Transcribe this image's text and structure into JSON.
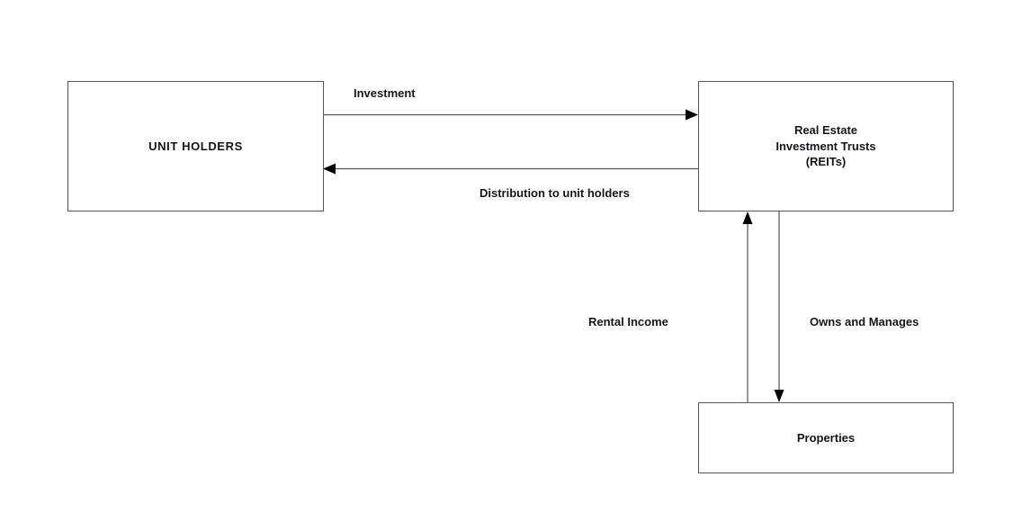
{
  "diagram": {
    "title": "REIT structure flow diagram",
    "background_color": "#ffffff",
    "border_color": "#555555",
    "text_color": "#16161a",
    "arrow_color": "#000000",
    "nodes": [
      {
        "id": "unit-holders",
        "label": "UNIT HOLDERS"
      },
      {
        "id": "reits",
        "label": "Real Estate\nInvestment Trusts\n(REITs)"
      },
      {
        "id": "properties",
        "label": "Properties"
      }
    ],
    "edges": [
      {
        "id": "investment",
        "label": "Investment",
        "from": "unit-holders",
        "to": "reits",
        "direction": "right"
      },
      {
        "id": "distribution",
        "label": "Distribution to unit holders",
        "from": "reits",
        "to": "unit-holders",
        "direction": "left"
      },
      {
        "id": "rental",
        "label": "Rental Income",
        "from": "properties",
        "to": "reits",
        "direction": "up"
      },
      {
        "id": "owns",
        "label": "Owns and Manages",
        "from": "reits",
        "to": "properties",
        "direction": "down"
      }
    ]
  }
}
